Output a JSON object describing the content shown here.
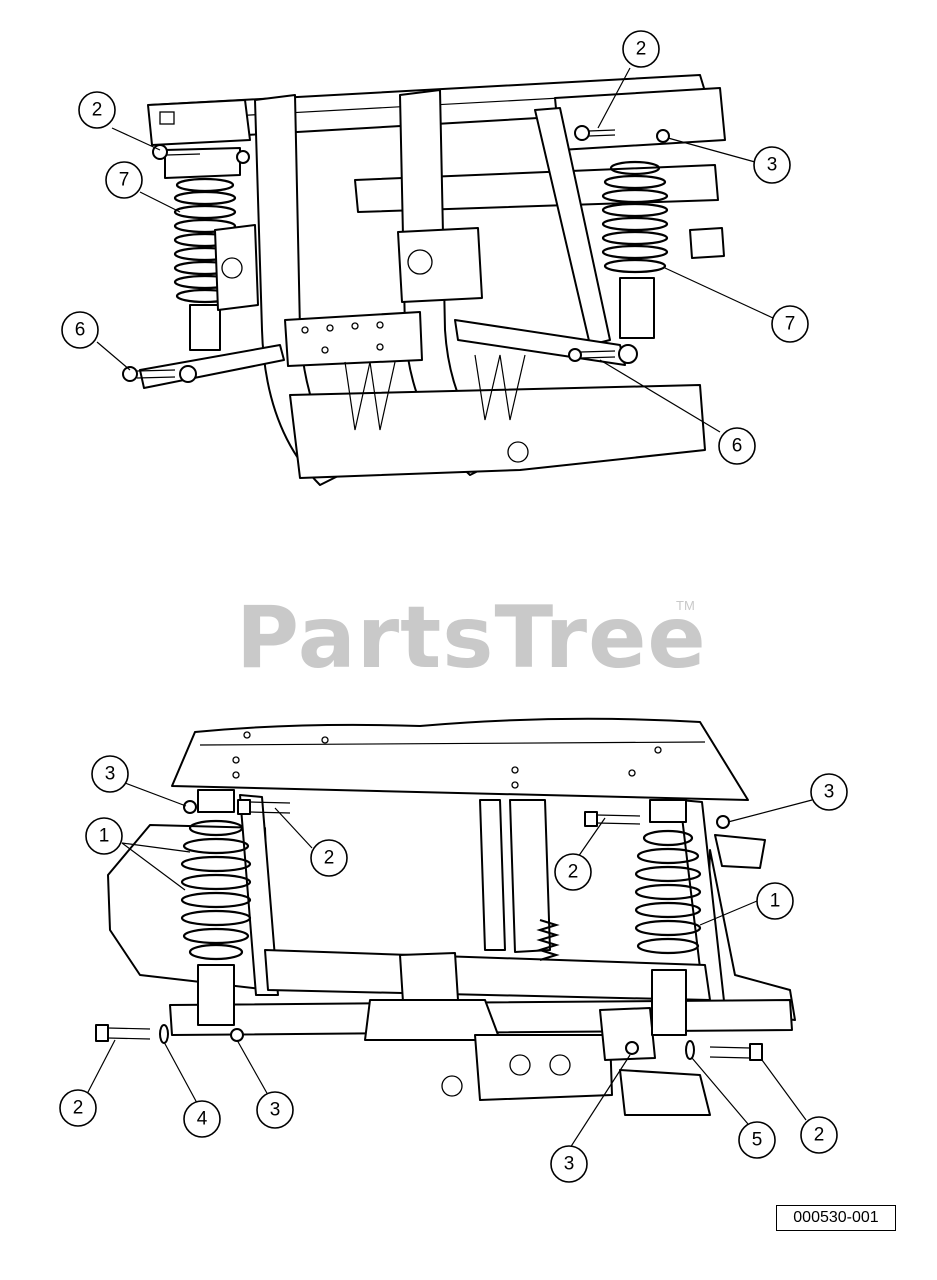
{
  "watermark": {
    "text": "PartsTree",
    "trademark": "TM"
  },
  "reference_code": "000530-001",
  "top_view": {
    "callouts": [
      {
        "id": "t-2a",
        "label": "2"
      },
      {
        "id": "t-2b",
        "label": "2"
      },
      {
        "id": "t-3",
        "label": "3"
      },
      {
        "id": "t-7a",
        "label": "7"
      },
      {
        "id": "t-7b",
        "label": "7"
      },
      {
        "id": "t-6a",
        "label": "6"
      },
      {
        "id": "t-6b",
        "label": "6"
      }
    ]
  },
  "bottom_view": {
    "callouts": [
      {
        "id": "b-3a",
        "label": "3"
      },
      {
        "id": "b-3b",
        "label": "3"
      },
      {
        "id": "b-1a",
        "label": "1"
      },
      {
        "id": "b-1b",
        "label": "1"
      },
      {
        "id": "b-2a",
        "label": "2"
      },
      {
        "id": "b-2b",
        "label": "2"
      },
      {
        "id": "b-2c",
        "label": "2"
      },
      {
        "id": "b-2d",
        "label": "2"
      },
      {
        "id": "b-4",
        "label": "4"
      },
      {
        "id": "b-3c",
        "label": "3"
      },
      {
        "id": "b-3d",
        "label": "3"
      },
      {
        "id": "b-5",
        "label": "5"
      }
    ]
  }
}
